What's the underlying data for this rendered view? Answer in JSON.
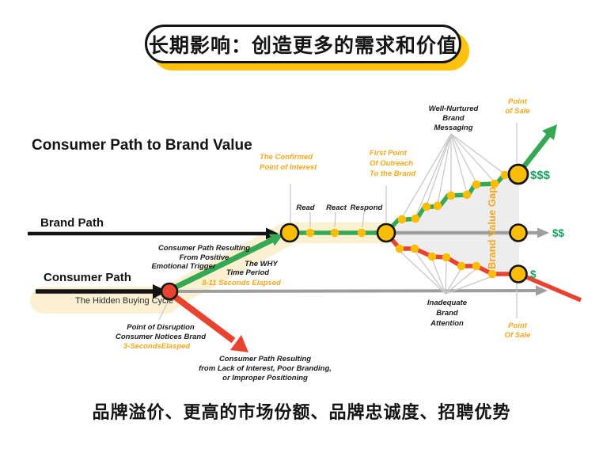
{
  "title": {
    "text": "长期影响：创造更多的需求和价值"
  },
  "footer": {
    "text": "品牌溢价、更高的市场份额、品牌忠诚度、招聘优势"
  },
  "diagram": {
    "heading": "Consumer Path to Brand Value",
    "brand_path_label": "Brand Path",
    "consumer_path_label": "Consumer Path",
    "hidden_buying_cycle": "The Hidden Buying Cycle",
    "labels": {
      "confirmed_point": [
        "The Confirmed",
        "Point of Interest"
      ],
      "first_outreach": [
        "First Point",
        "Of Outreach",
        "To the Brand"
      ],
      "read": "Read",
      "react": "React",
      "respond": "Respond",
      "positive_trigger": [
        "Consumer Path Resulting",
        "From Positive",
        "Emotional Trigger"
      ],
      "why_period": [
        "The WHY",
        "Time Period"
      ],
      "seconds_8_11": "8-11 Seconds Elapsed",
      "disruption": [
        "Point of Disruption",
        "Consumer Notices Brand"
      ],
      "seconds_3": "3-SecondsElasped",
      "negative_path": [
        "Consumer Path Resulting",
        "from Lack of Interest, Poor Branding,",
        "or Improper Positioning"
      ],
      "well_nurtured": [
        "Well-Nurtured",
        "Brand",
        "Messaging"
      ],
      "inadequate": [
        "Inadequate",
        "Brand",
        "Attention"
      ],
      "point_of_sale_top": [
        "Point",
        "of Sale"
      ],
      "point_of_sale_bottom": [
        "Point",
        "Of Sale"
      ],
      "brand_value_gap": "Brand Value Gap",
      "dollars_top": "$$$",
      "dollars_mid": "$$",
      "dollars_bottom": "$"
    },
    "colors": {
      "green": "#34a853",
      "red": "#e8432f",
      "node_yellow": "#fbbc04",
      "orange_text": "#f5a81f",
      "cream_band": "#fbf0d2",
      "gray_arrow": "#9e9e9e",
      "leader_gray": "#c9c9c9",
      "gap_fill": "#ededed",
      "dollar_green": "#1aa25f",
      "title_shadow": "#ffc20e"
    }
  }
}
